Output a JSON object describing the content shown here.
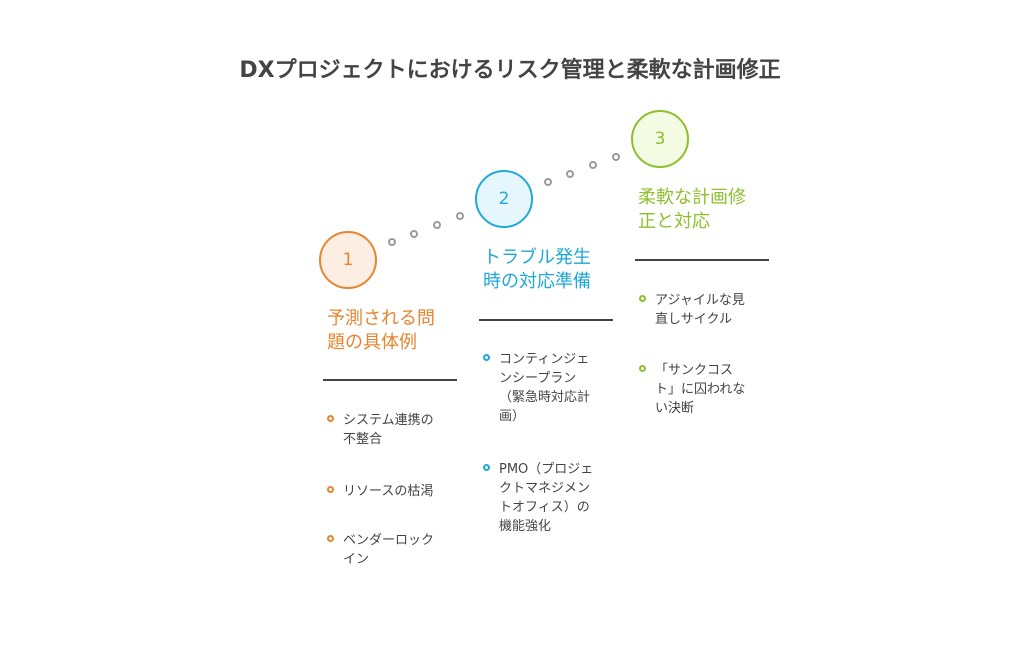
{
  "title": "DXプロジェクトにおけるリスク管理と柔軟な計画修正",
  "colors": {
    "step1": "#e6852f",
    "step2": "#1fa8d8",
    "step3": "#8ebf2f"
  },
  "steps": [
    {
      "number": "1",
      "heading": [
        "予測される問",
        "題の具体例"
      ],
      "items": [
        [
          "システム連携の",
          "不整合"
        ],
        [
          "リソースの枯渇"
        ],
        [
          "ベンダーロック",
          "イン"
        ]
      ]
    },
    {
      "number": "2",
      "heading": [
        "トラブル発生",
        "時の対応準備"
      ],
      "items": [
        [
          "コンティンジェ",
          "ンシープラン",
          "（緊急時対応計",
          "画）"
        ],
        [
          "PMO（プロジェ",
          "クトマネジメン",
          "トオフィス）の",
          "機能強化"
        ]
      ]
    },
    {
      "number": "3",
      "heading": [
        "柔軟な計画修",
        "正と対応"
      ],
      "items": [
        [
          "アジャイルな見",
          "直しサイクル"
        ],
        [
          "「サンクコス",
          "ト」に囚われな",
          "い決断"
        ]
      ]
    }
  ]
}
